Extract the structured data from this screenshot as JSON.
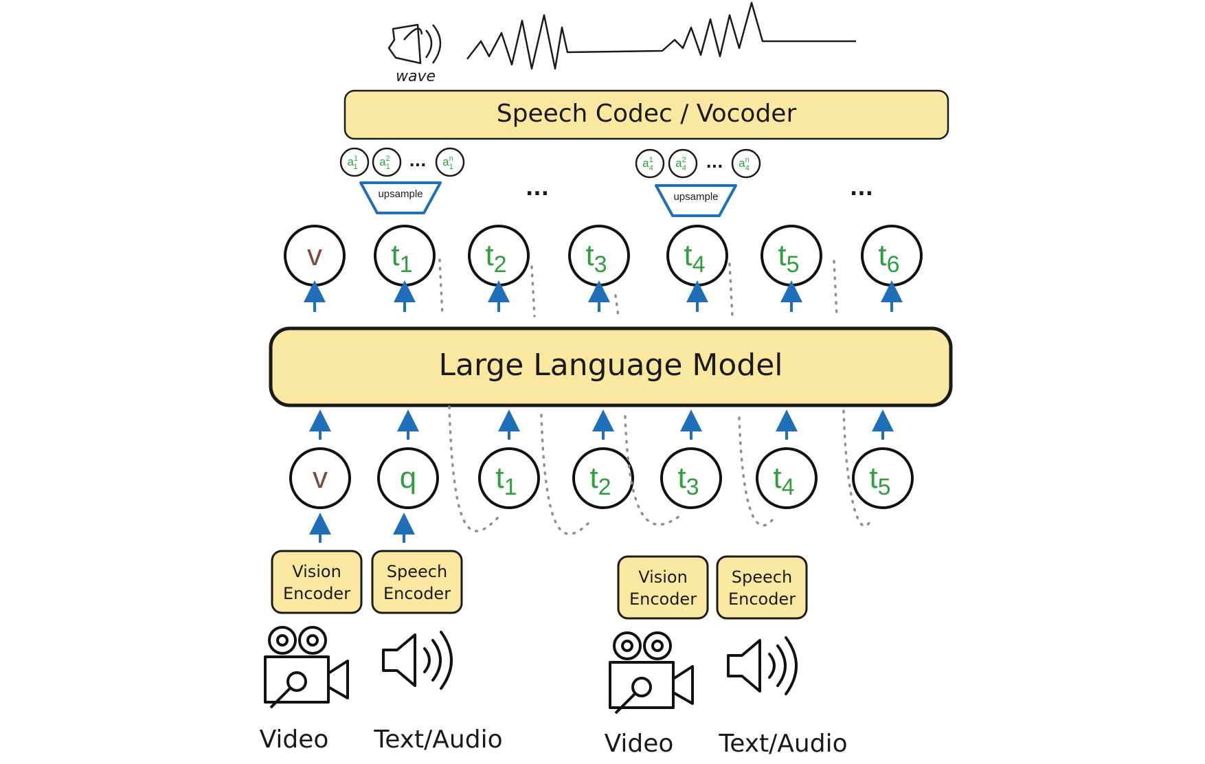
{
  "colors": {
    "box_fill": "#fae8a0",
    "box_stroke": "#1a1a1a",
    "token_green": "#2e9e3e",
    "token_brown": "#7b4a3e",
    "arrow_blue": "#1f6fb8",
    "upsample_blue": "#1f6fb8",
    "dotted_gray": "#8a9099"
  },
  "top": {
    "speaker_label": "wave",
    "codec_label": "Speech Codec / Vocoder"
  },
  "acoustic_groups": [
    {
      "tokens": [
        {
          "base": "a",
          "sup": "1",
          "sub": "1"
        },
        {
          "base": "a",
          "sup": "2",
          "sub": "1"
        },
        {
          "base": "a",
          "sup": "n",
          "sub": "1"
        }
      ],
      "ellipsis": "...",
      "upsample_label": "upsample"
    },
    {
      "tokens": [
        {
          "base": "a",
          "sup": "1",
          "sub": "4"
        },
        {
          "base": "a",
          "sup": "2",
          "sub": "4"
        },
        {
          "base": "a",
          "sup": "n",
          "sub": "4"
        }
      ],
      "ellipsis": "...",
      "upsample_label": "upsample"
    }
  ],
  "between_dots": [
    "...",
    "..."
  ],
  "output_tokens": [
    {
      "main": "v",
      "sub": "",
      "color": "#7b4a3e"
    },
    {
      "main": "t",
      "sub": "1",
      "color": "#2e9e3e"
    },
    {
      "main": "t",
      "sub": "2",
      "color": "#2e9e3e"
    },
    {
      "main": "t",
      "sub": "3",
      "color": "#2e9e3e"
    },
    {
      "main": "t",
      "sub": "4",
      "color": "#2e9e3e"
    },
    {
      "main": "t",
      "sub": "5",
      "color": "#2e9e3e"
    },
    {
      "main": "t",
      "sub": "6",
      "color": "#2e9e3e"
    }
  ],
  "llm_label": "Large Language Model",
  "input_tokens": [
    {
      "main": "v",
      "sub": "",
      "color": "#7b4a3e"
    },
    {
      "main": "q",
      "sub": "",
      "color": "#2e9e3e"
    },
    {
      "main": "t",
      "sub": "1",
      "color": "#2e9e3e"
    },
    {
      "main": "t",
      "sub": "2",
      "color": "#2e9e3e"
    },
    {
      "main": "t",
      "sub": "3",
      "color": "#2e9e3e"
    },
    {
      "main": "t",
      "sub": "4",
      "color": "#2e9e3e"
    },
    {
      "main": "t",
      "sub": "5",
      "color": "#2e9e3e"
    }
  ],
  "encoders": [
    {
      "line1": "Vision",
      "line2": "Encoder"
    },
    {
      "line1": "Speech",
      "line2": "Encoder"
    },
    {
      "line1": "Vision",
      "line2": "Encoder"
    },
    {
      "line1": "Speech",
      "line2": "Encoder"
    }
  ],
  "modalities": [
    {
      "label": "Video",
      "icon": "video-camera-icon"
    },
    {
      "label": "Text/Audio",
      "icon": "speaker-icon"
    },
    {
      "label": "Video",
      "icon": "video-camera-icon"
    },
    {
      "label": "Text/Audio",
      "icon": "speaker-icon"
    }
  ]
}
